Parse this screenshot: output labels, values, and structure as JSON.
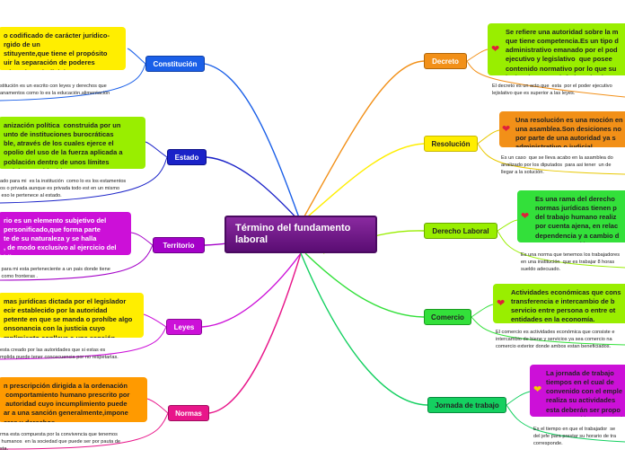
{
  "central": {
    "title": "Término del fundamento laboral"
  },
  "left": [
    {
      "label": "Constitución",
      "color": "#1a5fe8",
      "box_color": "#ffee00",
      "box_text": "o codificado de carácter jurídico-\nrgido de un\nstituyente,que tiene el propósito\nuir la separación de poderes\n,ejecutivo y judicial.",
      "note": "stitución es un escrito con leyes y derechos que\nanamentos como lo es la educación,alimentación"
    },
    {
      "label": "Estado",
      "color": "#1a22c8",
      "box_color": "#99ee00",
      "box_text": "anización política  construida por un\nunto de instituciones burocráticas\nble, através de los cuales ejerce el\nopolio del uso de la fuerza aplicada a\npoblación dentro de unos límites\ntoriales establecidos.",
      "note": "ado para mi  es la institución  como lo es los estamentos\nos o privada aunque es privada todo est en un mismo\n eso le pertenece al estado."
    },
    {
      "label": "Territorio",
      "color": "#a400c8",
      "box_color": "#cc10d8",
      "box_text": "rio es un elemento subjetivo del\npersonificado,que forma parte\nte de su naturaleza y se halla\n, de modo exclusivo al ejercicio del\nblico.",
      "note": " para mi esta perteneciente a un pais donde tiene\n como fronteras ."
    },
    {
      "label": "Leyes",
      "color": "#cc10d8",
      "box_color": "#ffee00",
      "box_text": "mas jurídicas dictada por el legislador\necir establecido por la autoridad\npetente en que se manda o prohíbe algo\nonsonancia con la justicia cuyo\nmplimiento conlleva a una sanción.",
      "note": "esta creado por las autoridades que si estas es\nmplida puede tener concecuencia por no respetarlas."
    },
    {
      "label": "Normas",
      "color": "#e8168a",
      "box_color": "#ff9a00",
      "box_text": "n prescripción dirigida a la ordenación\n comportamiento humano prescrito por\n autoridad cuyo incumplimiento puede\nar a una sanción generalmente,impone\neres y derechos.",
      "note": "rma esta compuesta por la convivencia que tenemos\n humanos  en la sociedad que puede ser por pauta de\nsta."
    }
  ],
  "right": [
    {
      "label": "Decreto",
      "color": "#f29018",
      "box_color": "#99ee00",
      "box_text": "Se refiere una autoridad sobre la m\nque tiene competencia.Es un tipo d\nadministrativo emanado por el pod\nejecutivo y legislativo  que posee\ncontenido normativo por lo que su\njerárquicamente inferior a las leyes",
      "note": "El decreto es un acto que  esta  por el poder ejecutivo\nlejislativo que es superior a las leyes."
    },
    {
      "label": "Resolución",
      "color": "#ffee00",
      "box_color": "#f29018",
      "box_text": "Una resolución es una moción en\nuna asamblea.Son desiciones no\npor parte de una autoridad ya s\nadministrativo o judicial.",
      "note": "Es un caso  que se lleva acabo en la asamblea do\nanalizado por los diputados  para asi tener  un de\nllegar a la solución."
    },
    {
      "label": "Derecho Laboral",
      "color": "#99ee00",
      "box_color": "#33e03a",
      "box_text": "Es una rama del derecho\nnormas jurídicas tienen p\ndel trabajo humano realiz\npor cuenta ajena, en relac\ndependencia y a cambio d\ncontraprestación.",
      "note": "Es una norma que tenemos los trabajadores\nen una institución  que es trabajar 8 horas\nsueldo adecuado."
    },
    {
      "label": "Comercio",
      "color": "#33e03a",
      "box_color": "#99ee00",
      "box_text": "Actividades económicas que cons\ntransferencia e intercambio de b\nservicio entre persona o entre ot\nentidades en la economía.",
      "note": "El comercio es actividades económica que consiste e\nintercambio de biene y servicios ya sea comercio na\ncomercio exterior donde ambos estan beneficiados."
    },
    {
      "label": "Jornada de trabajo",
      "color": "#14d060",
      "box_color": "#cc10d8",
      "box_text": "La jornada de trabajo\ntiempos en el cual de\nconvenido con el emple\nrealiza su actividades\nesta deberán ser propo\nremuneración que perci",
      "note": "Es el tiempo en que el trabajador  se\ndel jefe para prestar su horario de tra\ncorresponde."
    }
  ]
}
